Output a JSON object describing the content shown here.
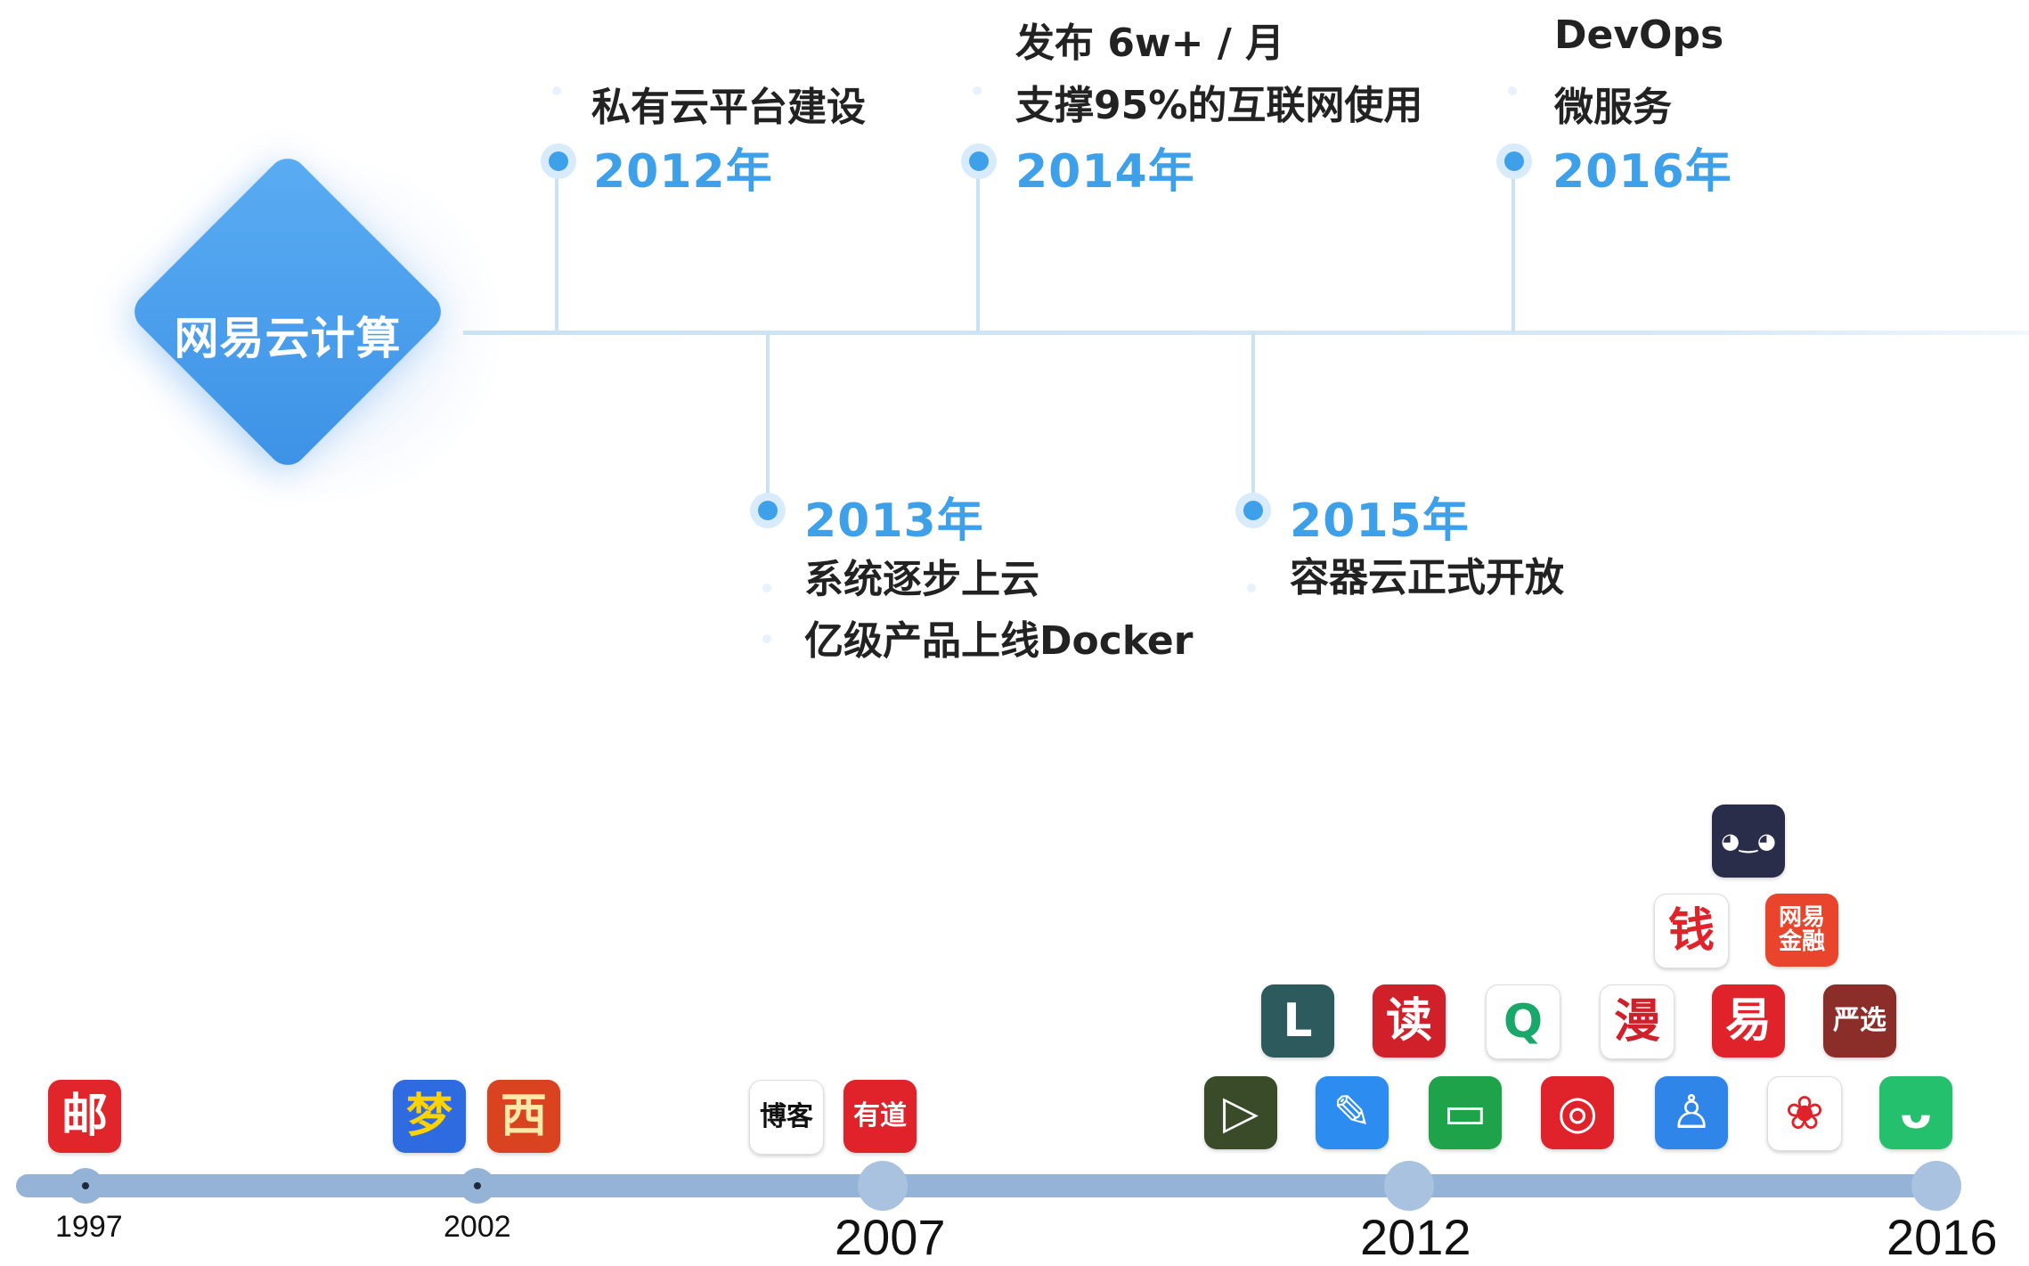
{
  "center": {
    "label": "网易云计算"
  },
  "milestones": [
    {
      "year": "2012年",
      "lines": [
        "私有云平台建设"
      ]
    },
    {
      "year": "2013年",
      "lines": [
        "系统逐步上云",
        "亿级产品上线Docker"
      ]
    },
    {
      "year": "2014年",
      "lines": [
        "发布 6w+ / 月",
        "支撑95%的互联网使用"
      ]
    },
    {
      "year": "2015年",
      "lines": [
        "容器云正式开放"
      ]
    },
    {
      "year": "2016年",
      "lines": [
        "DevOps",
        "微服务"
      ]
    }
  ],
  "bottom_timeline": {
    "years": [
      "1997",
      "2002",
      "2007",
      "2012",
      "2016"
    ]
  },
  "app_icons": [
    {
      "name": "mail-app-icon",
      "glyph": "邮",
      "bg": "#e0252b",
      "fg": "#ffffff"
    },
    {
      "name": "dream-game-app-icon",
      "glyph": "梦",
      "bg": "#2f6be0",
      "fg": "#ffd200"
    },
    {
      "name": "westward-game-app-icon",
      "glyph": "西",
      "bg": "#d9431f",
      "fg": "#ffe9a8"
    },
    {
      "name": "blog-app-icon",
      "glyph": "博客",
      "bg": "#ffffff",
      "fg": "#111111"
    },
    {
      "name": "youdao-app-icon",
      "glyph": "有道",
      "bg": "#e0232b",
      "fg": "#ffffff"
    },
    {
      "name": "open-course-app-icon",
      "glyph": "▷",
      "bg": "#3a4b2a",
      "fg": "#ffffff"
    },
    {
      "name": "note-app-icon",
      "glyph": "✎",
      "bg": "#2d8cf0",
      "fg": "#ffffff"
    },
    {
      "name": "lofter-app-icon",
      "glyph": "L",
      "bg": "#2d5a5c",
      "fg": "#ffffff"
    },
    {
      "name": "book-app-icon",
      "glyph": "▭",
      "bg": "#1fa34a",
      "fg": "#ffffff"
    },
    {
      "name": "read-app-icon",
      "glyph": "读",
      "bg": "#d0202a",
      "fg": "#ffffff"
    },
    {
      "name": "cloud-music-app-icon",
      "glyph": "◎",
      "bg": "#e0232b",
      "fg": "#ffffff"
    },
    {
      "name": "q-app-icon",
      "glyph": "Q",
      "bg": "#ffffff",
      "fg": "#1aa86a"
    },
    {
      "name": "contacts-app-icon",
      "glyph": "♙",
      "bg": "#2f86e8",
      "fg": "#ffffff"
    },
    {
      "name": "comic-app-icon",
      "glyph": "漫",
      "bg": "#ffffff",
      "fg": "#d0202a"
    },
    {
      "name": "money-app-icon",
      "glyph": "钱",
      "bg": "#ffffff",
      "fg": "#e0232b"
    },
    {
      "name": "koala-app-icon",
      "glyph": "❀",
      "bg": "#ffffff",
      "fg": "#e0232b"
    },
    {
      "name": "lottery-app-icon",
      "glyph": "易",
      "bg": "#e0232b",
      "fg": "#ffffff"
    },
    {
      "name": "finance-app-icon",
      "glyph": "网易金融",
      "bg": "#e8452c",
      "fg": "#ffffff"
    },
    {
      "name": "game-app-icon",
      "glyph": "ᴗ",
      "bg": "#25c06d",
      "fg": "#ffffff"
    },
    {
      "name": "yanxuan-app-icon",
      "glyph": "严选",
      "bg": "#8b2e2a",
      "fg": "#ffffff"
    },
    {
      "name": "anime-app-icon",
      "glyph": "◕‿◕",
      "bg": "#2a2d4a",
      "fg": "#ffffff"
    }
  ]
}
